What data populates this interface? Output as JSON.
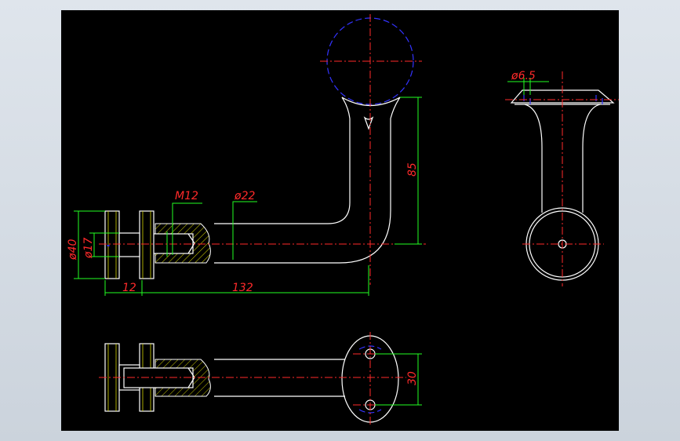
{
  "dimensions": {
    "m12": "M12",
    "d22": "ø22",
    "d40": "ø40",
    "d17": "ø17",
    "len12": "12",
    "len132": "132",
    "h85": "85",
    "d65": "ø6.5",
    "h30": "30"
  },
  "colors": {
    "background": "#000000",
    "outline": "#ffffff",
    "centerline": "#ff2a2a",
    "dimension": "#22ff22",
    "hidden": "#3333ff",
    "hatch": "#d4d400"
  }
}
